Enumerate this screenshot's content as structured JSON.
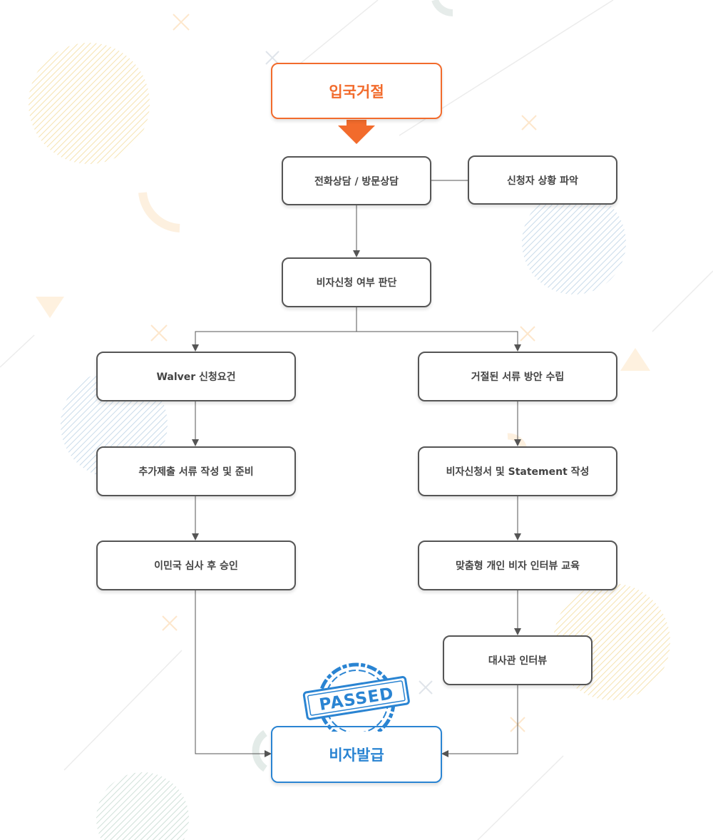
{
  "colors": {
    "start": "#f26b2c",
    "end": "#2a84d2",
    "border": "#555555",
    "text": "#444444",
    "stamp": "#2a84d2"
  },
  "nodes": {
    "refusal": "입국거절",
    "consult": "전화상담 / 방문상담",
    "situation": "신청자 상황 파악",
    "decision": "비자신청 여부 판단",
    "waiver": "Walver 신청요건",
    "docs_plan": "거절된 서류 방안 수립",
    "extra_docs": "추가제출 서류 작성 및 준비",
    "application": "비자신청서 및 Statement 작성",
    "immigration": "이민국 심사 후 승인",
    "interview_training": "맞춤형 개인 비자 인터뷰 교육",
    "embassy": "대사관 인터뷰",
    "issued": "비자발급"
  },
  "stamp": {
    "text": "PASSED"
  }
}
